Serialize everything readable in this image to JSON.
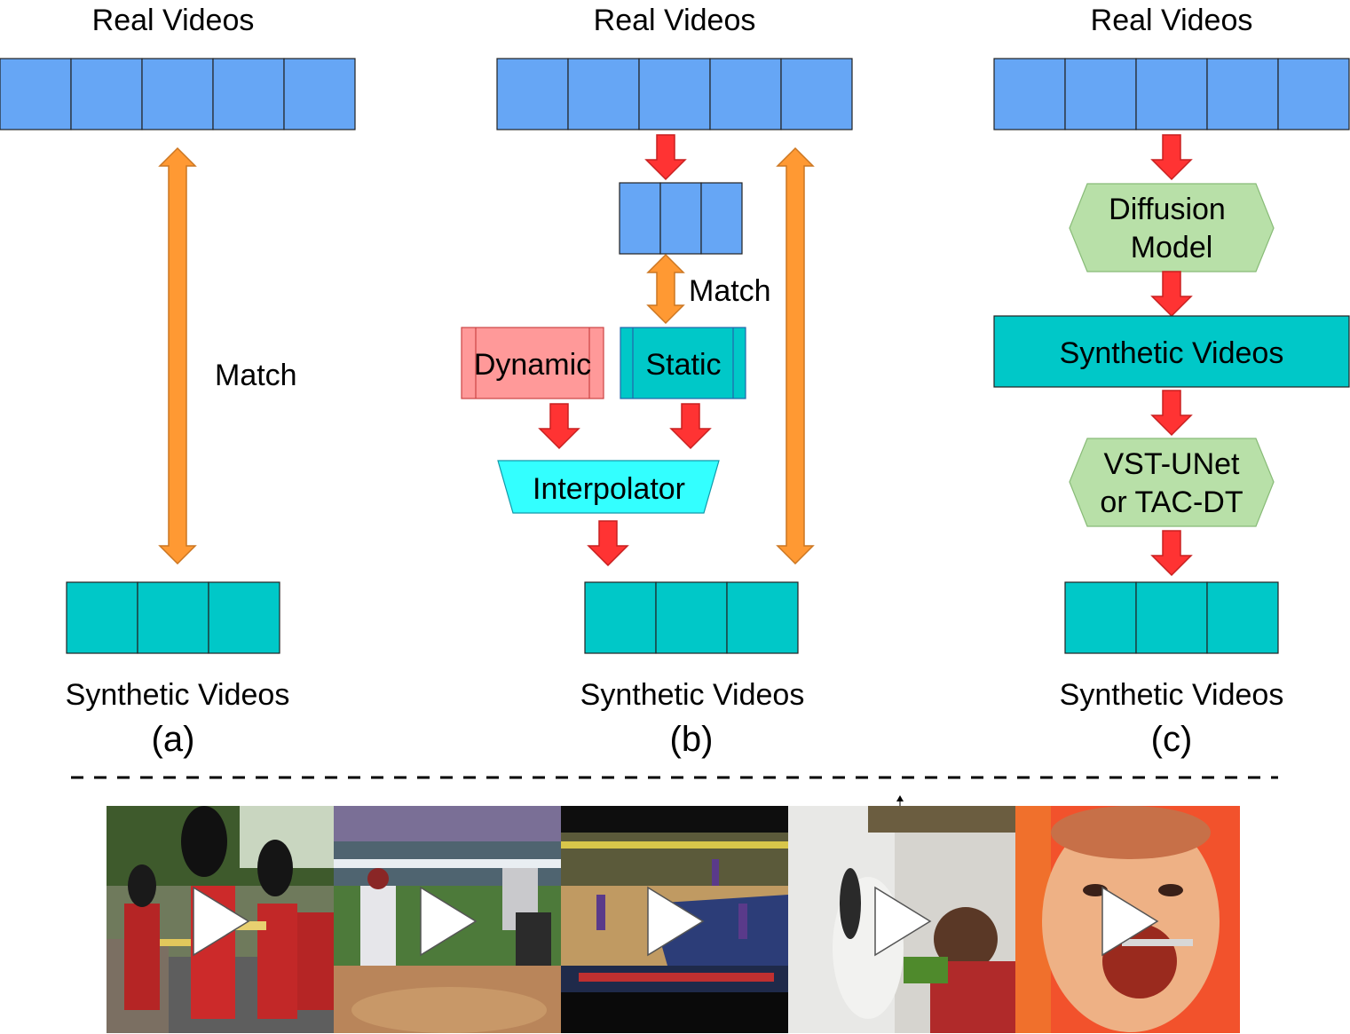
{
  "panel_a": {
    "top_label": "Real Videos",
    "match_label": "Match",
    "bottom_label": "Synthetic Videos",
    "panel_label": "(a)"
  },
  "panel_b": {
    "top_label": "Real Videos",
    "match_label": "Match",
    "dynamic_label": "Dynamic",
    "static_label": "Static",
    "interpolator_label": "Interpolator",
    "bottom_label": "Synthetic Videos",
    "panel_label": "(b)"
  },
  "panel_c": {
    "top_label": "Real Videos",
    "diffusion_line1": "Diffusion",
    "diffusion_line2": "Model",
    "synthetic_box_label": "Synthetic Videos",
    "vst_line1": "VST-UNet",
    "vst_line2": "or TAC-DT",
    "bottom_label": "Synthetic Videos",
    "panel_label": "(c)"
  },
  "colors": {
    "real_cell": "#66a6f5",
    "synthetic_cell": "#00c8c8",
    "match_arrow": "#ff9933",
    "flow_arrow": "#ff3333",
    "dynamic_box": "#ff9999",
    "interpolator": "#33ffff",
    "hexagon": "#b8e0a8"
  },
  "video_strip": [
    {
      "scene": "marching band",
      "icon": "play-icon"
    },
    {
      "scene": "baseball pitch",
      "icon": "play-icon"
    },
    {
      "scene": "basketball game",
      "icon": "play-icon"
    },
    {
      "scene": "child with punching bag",
      "icon": "play-icon"
    },
    {
      "scene": "child eating",
      "icon": "play-icon"
    }
  ]
}
